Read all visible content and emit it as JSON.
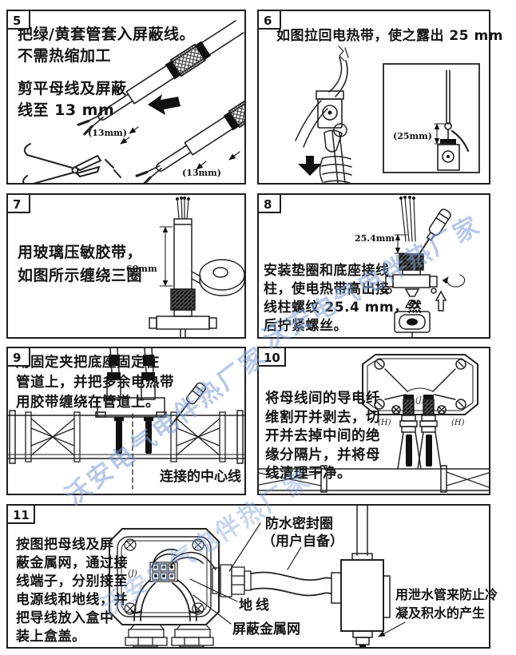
{
  "watermark": {
    "text": "沃安电气电伴热厂家",
    "color": "#7d9cd6"
  },
  "panels": {
    "p5": {
      "number": "5",
      "lines1": [
        "把绿/黄套管套入屏蔽线。",
        "不需热缩加工"
      ],
      "lines2": [
        "剪平母线及屏蔽",
        "线至 13 mm"
      ],
      "labels": {
        "dim1": "(13mm)",
        "dim2": "(13mm)"
      }
    },
    "p6": {
      "number": "6",
      "title": "如图拉回电热带，使之露出 25 mm",
      "labels": {
        "dim": "(25mm)"
      }
    },
    "p7": {
      "number": "7",
      "lines": [
        "用玻璃压敏胶带，",
        "如图所示缠绕三圈"
      ],
      "labels": {
        "dim": "60mm"
      }
    },
    "p8": {
      "number": "8",
      "lines": [
        "安装垫圈和底座接线",
        "柱，使电热带高出接",
        "线柱螺纹 25.4 mm，然",
        "后拧紧螺丝。"
      ],
      "labels": {
        "dim": "25.4mm"
      }
    },
    "p9": {
      "number": "9",
      "lines": [
        "用固定夹把底座固定在",
        "管道上，并把多余电热带",
        "用胶带缠绕在管道上。"
      ],
      "labels": {
        "centerline": "连接的中心线"
      }
    },
    "p10": {
      "number": "10",
      "lines": [
        "将母线间的导电纤",
        "维割开并剥去，切",
        "开并去掉中间的绝",
        "缘分隔片，并将母",
        "线清理干净。"
      ],
      "labels": {
        "center": "(J)",
        "left": "(H)",
        "right": "(H)"
      }
    },
    "p11": {
      "number": "11",
      "lines": [
        "按图把母线及屏",
        "蔽金属网，通过接",
        "线端子，分别接至",
        "电源线和地线，并",
        "把导线放入盒中",
        "装上盒盖。"
      ],
      "labels": {
        "seal1": "防水密封圈",
        "seal2": "（用户自备）",
        "ground": "地线",
        "shield": "屏蔽金属网",
        "drain1": "用泄水管来防止冷",
        "drain2": "凝及积水的产生",
        "mark": "(J)"
      }
    }
  }
}
